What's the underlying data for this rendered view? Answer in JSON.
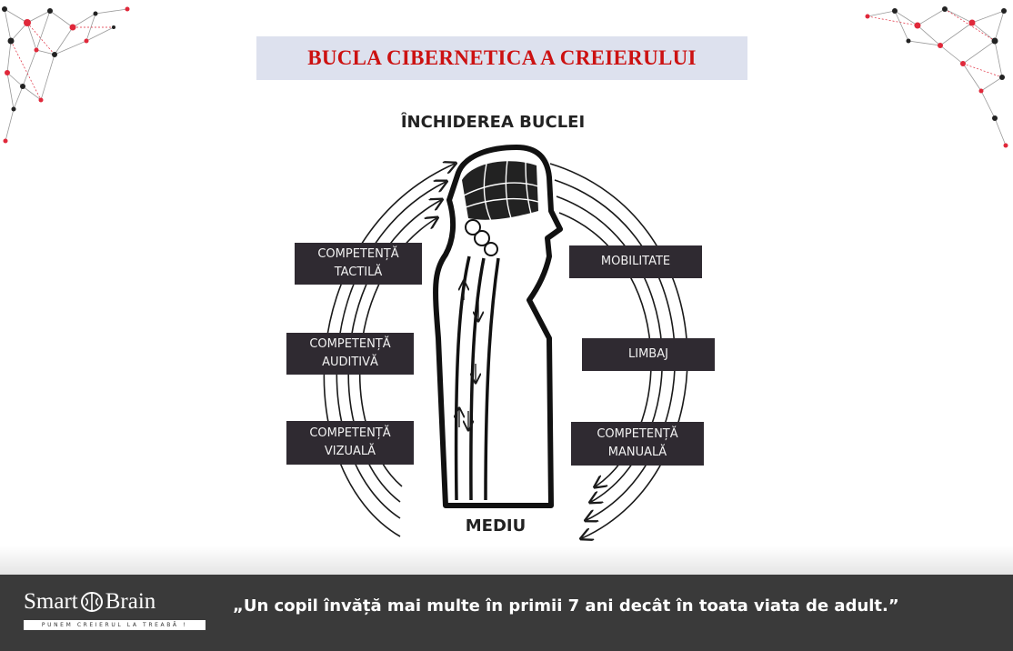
{
  "title": "BUCLA CIBERNETICA A CREIERULUI",
  "top_label": "ÎNCHIDEREA BUCLEI",
  "bottom_label": "MEDIU",
  "left_boxes": [
    {
      "line1": "COMPETENȚĂ",
      "line2": "TACTILĂ"
    },
    {
      "line1": "COMPETENȚĂ",
      "line2": "AUDITIVĂ"
    },
    {
      "line1": "COMPETENȚĂ",
      "line2": "VIZUALĂ"
    }
  ],
  "right_boxes": [
    {
      "line1": "MOBILITATE",
      "line2": ""
    },
    {
      "line1": "LIMBAJ",
      "line2": ""
    },
    {
      "line1": "COMPETENȚĂ",
      "line2": "MANUALĂ"
    }
  ],
  "footer": {
    "logo_left": "Smart",
    "logo_right": "Brain",
    "logo_tagline": "PUNEM CREIERUL LA TREABĂ !",
    "quote": "„Un copil învăță mai multe în primii 7 ani decât în toata viata de adult.”"
  },
  "colors": {
    "title": "#cc1111",
    "title_band": "#dde1ee",
    "box": "#2f2a31",
    "footer": "#3a3a3a",
    "network_red": "#e0283a"
  }
}
